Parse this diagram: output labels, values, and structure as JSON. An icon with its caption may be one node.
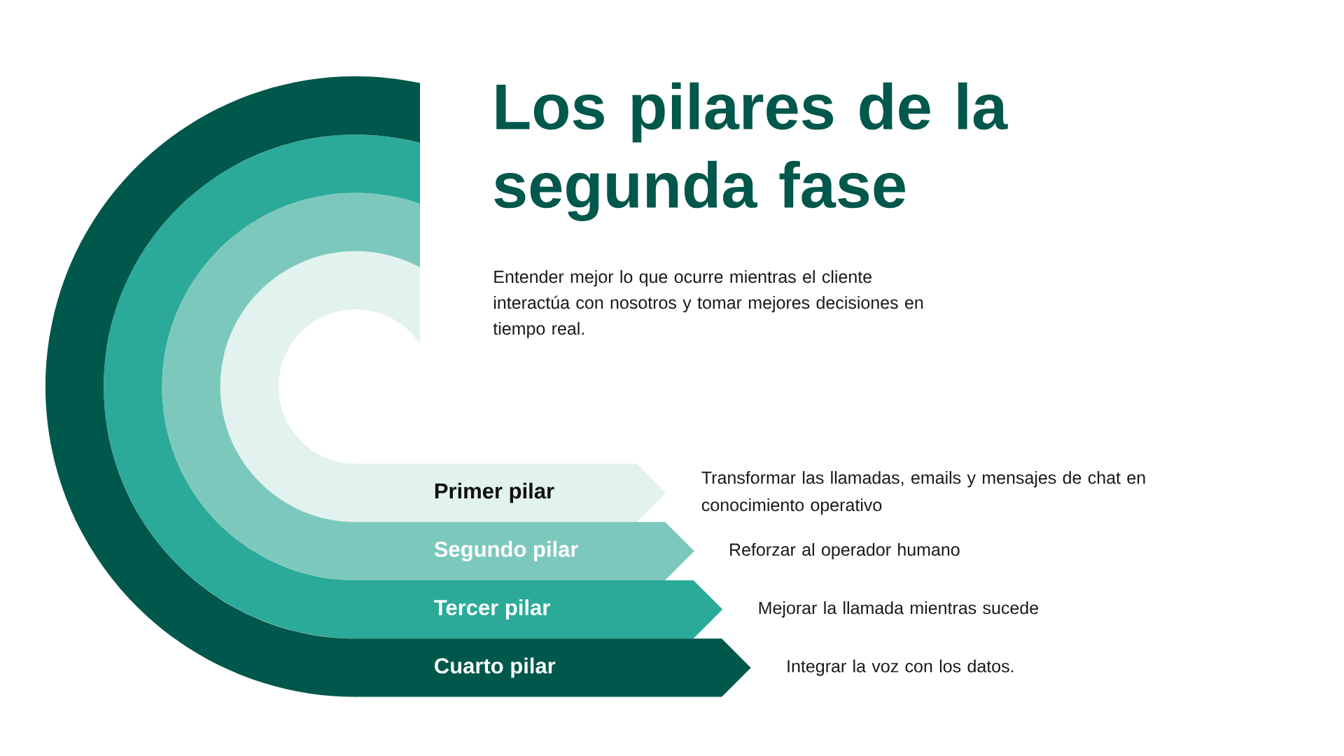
{
  "diagram": {
    "title": "Los pilares de la segunda fase",
    "nodes": [
      {
        "text": [
          "Primer pilar"
        ]
      },
      {
        "text": [
          "Segundo pilar"
        ],
        "beside": [
          "Reforzar al operador humano"
        ]
      },
      {
        "text": [
          "Tercer pilar"
        ],
        "beside": [
          "Mejorar la llamada mientras sucede"
        ]
      },
      {
        "text": [
          "Cuarto pilar"
        ],
        "beside": [
          "Integrar la voz con los datos."
        ]
      }
    ],
    "labels": [
      "Entender mejor lo que ocurre mientras el cliente interactúa con nosotros y tomar mejores decisiones en tiempo real.",
      "Transformar las llamadas, emails y mensajes de chat en conocimiento operativo"
    ]
  }
}
